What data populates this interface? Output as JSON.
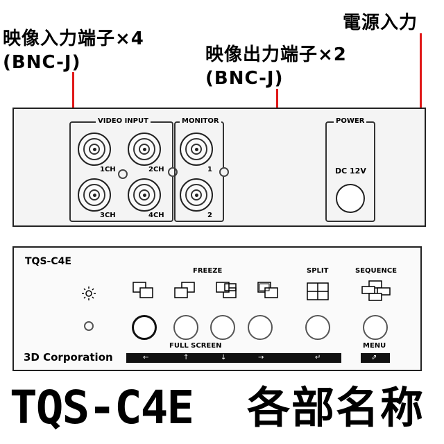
{
  "callouts": {
    "video_input": {
      "line1": "映像入力端子×4",
      "line2": "(BNC-J)"
    },
    "video_output": {
      "line1": "映像出力端子×2",
      "line2": "(BNC-J)"
    },
    "power_input": {
      "line1": "電源入力"
    }
  },
  "rear_panel": {
    "video_input_title": "VIDEO INPUT",
    "monitor_title": "MONITOR",
    "power_title": "POWER",
    "channels": [
      "1CH",
      "2CH",
      "3CH",
      "4CH"
    ],
    "monitor_ports": [
      "1",
      "2"
    ],
    "dc_label": "DC 12V"
  },
  "front_panel": {
    "model": "TQS-C4E",
    "freeze_label": "FREEZE",
    "split_label": "SPLIT",
    "sequence_label": "SEQUENCE",
    "full_screen_label": "FULL SCREEN",
    "menu_label": "MENU",
    "brand": "3D Corporation",
    "arrows": [
      "←",
      "↑",
      "↓",
      "→",
      "↵"
    ],
    "menu_arrow": "⇗",
    "brightness_icon": "sun-icon"
  },
  "footer": {
    "model": "TQS-C4E",
    "title": "各部名称"
  },
  "colors": {
    "callout_line": "#e01818",
    "panel_bg": "#f4f4f4"
  }
}
